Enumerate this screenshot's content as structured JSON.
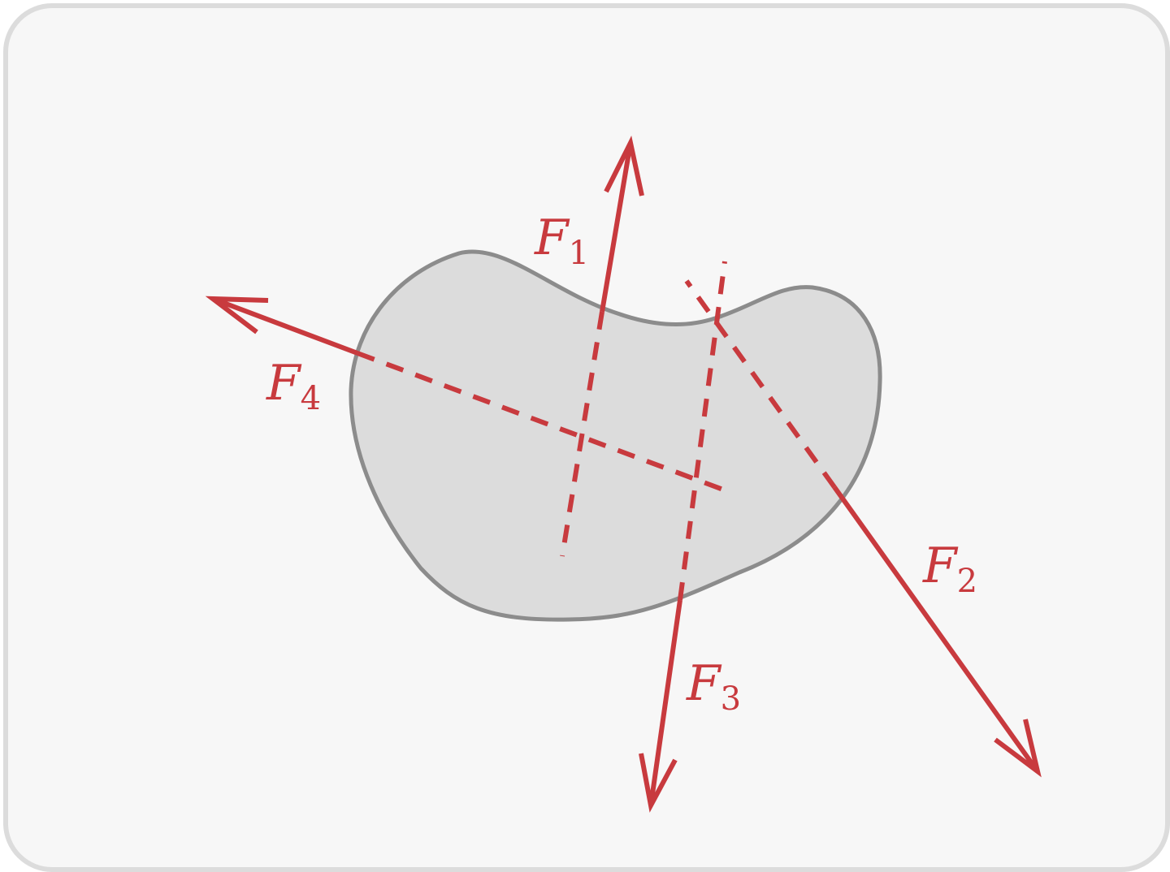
{
  "colors": {
    "force": "#c83a3e",
    "body_fill": "#dcdcdc",
    "body_stroke": "#8c8c8c",
    "background": "#f7f7f7",
    "frame_border": "#dcdcdc"
  },
  "forces": [
    {
      "symbol": "F",
      "subscript": "1"
    },
    {
      "symbol": "F",
      "subscript": "2"
    },
    {
      "symbol": "F",
      "subscript": "3"
    },
    {
      "symbol": "F",
      "subscript": "4"
    }
  ]
}
